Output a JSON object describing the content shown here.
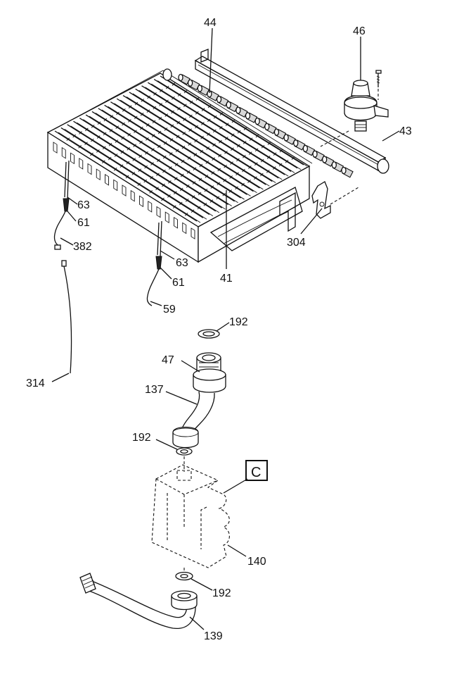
{
  "labels": {
    "l44": "44",
    "l46": "46",
    "l43": "43",
    "l63a": "63",
    "l61a": "61",
    "l382": "382",
    "l41": "41",
    "l304": "304",
    "l63b": "63",
    "l61b": "61",
    "l59": "59",
    "l314": "314",
    "l192a": "192",
    "l47": "47",
    "l137": "137",
    "l192b": "192",
    "lC": "C",
    "l140": "140",
    "l192c": "192",
    "l139": "139"
  }
}
